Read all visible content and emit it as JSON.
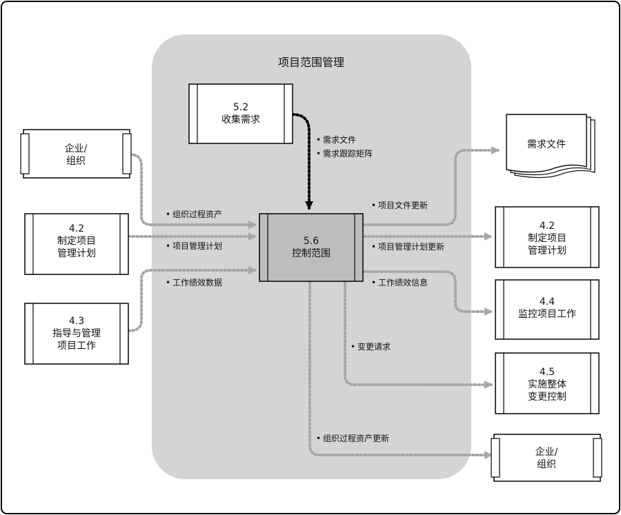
{
  "diagram": {
    "title": "项目范围管理",
    "process": {
      "number": "5.6",
      "name": "控制范围"
    },
    "inputs": [
      {
        "name": "企业/",
        "name2": "组织"
      },
      {
        "number": "4.2",
        "name": "制定项目",
        "name2": "管理计划"
      },
      {
        "number": "4.3",
        "name": "指导与管理",
        "name2": "项目工作"
      }
    ],
    "source": {
      "number": "5.2",
      "name": "收集需求"
    },
    "outputs": [
      {
        "name": "需求文件"
      },
      {
        "number": "4.2",
        "name": "制定项目",
        "name2": "管理计划"
      },
      {
        "number": "4.4",
        "name": "监控项目工作"
      },
      {
        "number": "4.5",
        "name": "实施整体",
        "name2": "变更控制"
      },
      {
        "name": "企业/",
        "name2": "组织"
      }
    ],
    "flow_labels": {
      "req_docs": "需求文件",
      "req_trace": "需求跟踪矩阵",
      "org_assets": "组织过程资产",
      "pm_plan": "项目管理计划",
      "work_perf_data": "工作绩效数据",
      "doc_updates": "项目文件更新",
      "plan_updates": "项目管理计划更新",
      "work_perf_info": "工作绩效信息",
      "change_requests": "变更请求",
      "org_assets_updates": "组织过程资产更新"
    },
    "colors": {
      "panel": "#d4d4d4",
      "process_fill": "#bdbdbd",
      "arrow_dotted": "#a6a6a6",
      "arrow_solid": "#000000"
    }
  }
}
